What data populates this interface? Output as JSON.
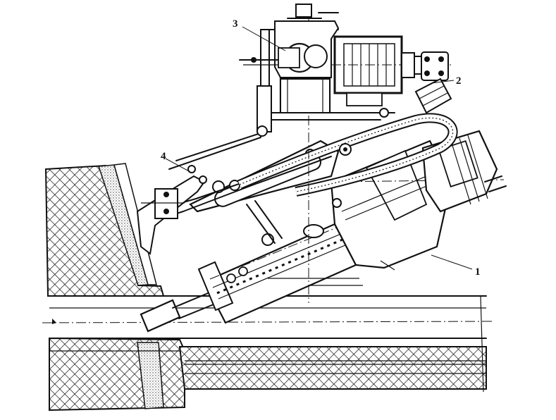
{
  "callouts": [
    {
      "id": "1",
      "text": "1"
    },
    {
      "id": "2",
      "text": "2"
    },
    {
      "id": "3",
      "text": "3"
    },
    {
      "id": "4",
      "text": "4"
    }
  ],
  "colors": {
    "ink": "#111111",
    "paper": "#ffffff",
    "fill_light": "#f4f4f4"
  }
}
